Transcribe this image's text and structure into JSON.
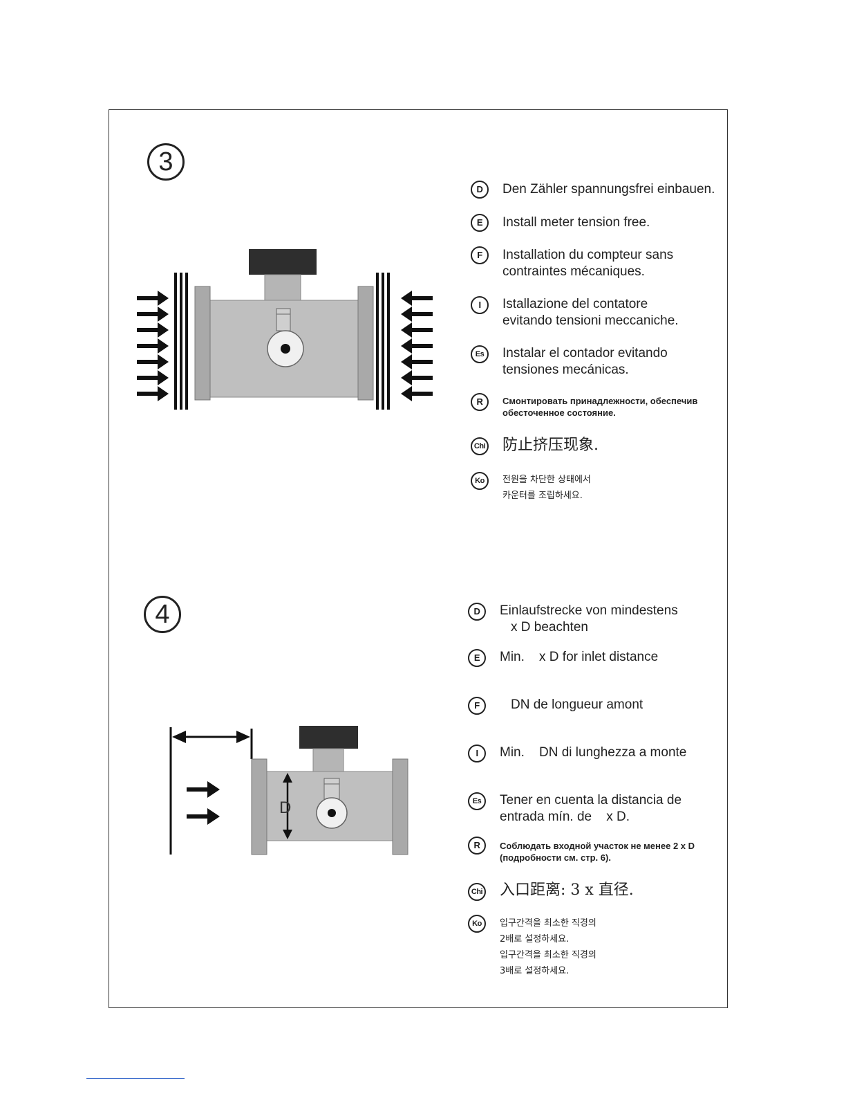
{
  "step3": {
    "number": "3",
    "instructions": [
      {
        "lang": "D",
        "lines": [
          "Den Zähler spannungsfrei einbauen."
        ]
      },
      {
        "lang": "E",
        "lines": [
          "Install meter tension free."
        ]
      },
      {
        "lang": "F",
        "lines": [
          "Installation du compteur sans",
          "contraintes mécaniques."
        ]
      },
      {
        "lang": "I",
        "lines": [
          "Istallazione del contatore",
          "evitando tensioni meccaniche."
        ]
      },
      {
        "lang": "Es",
        "lines": [
          "Instalar el contador evitando",
          "tensiones mecánicas."
        ]
      },
      {
        "lang": "R",
        "lines": [
          "Смонтировать принадлежности, обеспечив",
          "обесточенное состояние."
        ]
      },
      {
        "lang": "Chi",
        "lines": [
          "防止挤压现象."
        ]
      },
      {
        "lang": "Ko",
        "lines": [
          "전원을 차단한 상태에서",
          "카운터를 조립하세요."
        ]
      }
    ]
  },
  "step4": {
    "number": "4",
    "diagram_label": "D",
    "instructions": [
      {
        "lang": "D",
        "lines": [
          "Einlaufstrecke von mindestens",
          "x D beachten"
        ]
      },
      {
        "lang": "E",
        "lines": [
          "Min.    x D for inlet distance"
        ]
      },
      {
        "lang": "F",
        "lines": [
          "DN de longueur amont"
        ]
      },
      {
        "lang": "I",
        "lines": [
          "Min.    DN di lunghezza a monte"
        ]
      },
      {
        "lang": "Es",
        "lines": [
          "Tener en cuenta la distancia de",
          "entrada mín. de    x D."
        ]
      },
      {
        "lang": "R",
        "lines": [
          "Соблюдать входной участок не менее 2 x D",
          "(подробности см. стр. 6)."
        ]
      },
      {
        "lang": "Chi",
        "lines": [
          "入口距离: 3 x 直径."
        ]
      },
      {
        "lang": "Ko",
        "lines": [
          "입구간격을 최소한 직경의",
          "2배로 설정하세요.",
          "입구간격을 최소한 직경의",
          "3배로 설정하세요."
        ]
      }
    ]
  }
}
